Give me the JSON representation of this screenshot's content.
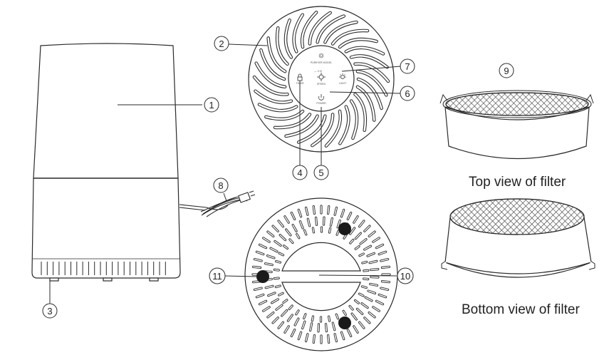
{
  "callouts": [
    "1",
    "2",
    "3",
    "4",
    "5",
    "6",
    "7",
    "8",
    "9",
    "10",
    "11"
  ],
  "captions": {
    "top_view": "Top view of filter",
    "bottom_view": "Bottom view of filter"
  },
  "panel_labels": {
    "brand": "PURIFIER MODEL",
    "speed": "SPEED",
    "timer": "TIMER",
    "light": "LIGHT",
    "power": "POWER"
  },
  "colors": {
    "line": "#2a2a2a",
    "fill": "#ffffff",
    "dark": "#1a1a1a",
    "mesh": "#444444"
  }
}
